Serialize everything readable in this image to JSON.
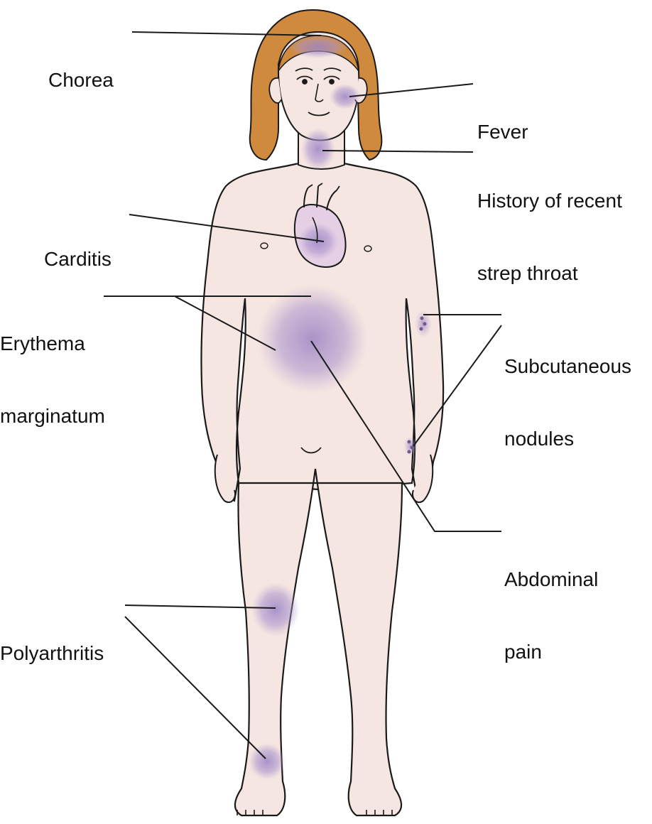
{
  "labels": {
    "chorea": "Chorea",
    "fever": "Fever",
    "strep": {
      "line1": "History of recent",
      "line2": "strep throat"
    },
    "carditis": "Carditis",
    "erythema": {
      "line1": "Erythema",
      "line2": "marginatum"
    },
    "subcutaneous": {
      "line1": "Subcutaneous",
      "line2": "nodules"
    },
    "abdominal": {
      "line1": "Abdominal",
      "line2": "pain"
    },
    "polyarthritis": "Polyarthritis"
  },
  "colors": {
    "skin": "#f6e6e1",
    "hair": "#d08a3e",
    "highlight": "#9b84c4",
    "outline": "#1a1a1a"
  }
}
